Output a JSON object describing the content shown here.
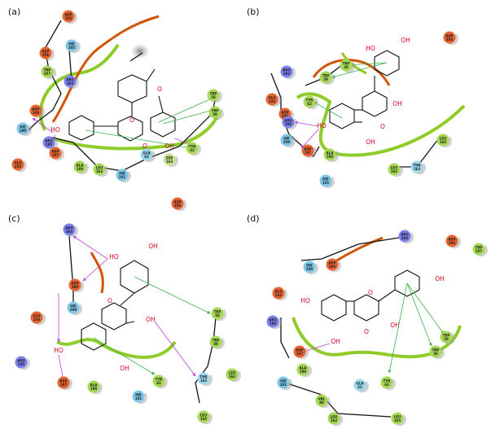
{
  "colors": {
    "asp": "#e8622f",
    "glu": "#e8622f",
    "arg": "#7b7ff0",
    "his": "#7cc7e8",
    "gly_ser_thr": "#9bd7ee",
    "hydrophobic": "#a6d854",
    "polar": "#c4e58a",
    "hbond": "#c040e0",
    "pipi": "#3cb04a",
    "backbone": "#111111",
    "pocket": "#8fcc2a",
    "exposure": "#d35400"
  },
  "panels": [
    {
      "label": "(a)",
      "residues": [
        {
          "name": "ASP",
          "num": "352",
          "type": "asp"
        },
        {
          "name": "ASP",
          "num": "356",
          "type": "asp"
        },
        {
          "name": "HIE",
          "num": "305",
          "type": "his"
        },
        {
          "name": "TRP",
          "num": "357",
          "type": "hydrophobic"
        },
        {
          "name": "ARG",
          "num": "383",
          "type": "arg"
        },
        {
          "name": "TRP",
          "num": "58",
          "type": "hydrophobic"
        },
        {
          "name": "TRP",
          "num": "59",
          "type": "hydrophobic"
        },
        {
          "name": "ASP",
          "num": "300",
          "type": "asp"
        },
        {
          "name": "HIE",
          "num": "299",
          "type": "his"
        },
        {
          "name": "ARG",
          "num": "195",
          "type": "arg"
        },
        {
          "name": "ASP",
          "num": "197",
          "type": "asp"
        },
        {
          "name": "GLU",
          "num": "233",
          "type": "glu"
        },
        {
          "name": "ALA",
          "num": "198",
          "type": "hydrophobic"
        },
        {
          "name": "LEU",
          "num": "162",
          "type": "hydrophobic"
        },
        {
          "name": "HIE",
          "num": "201",
          "type": "his"
        },
        {
          "name": "GLN",
          "num": "63",
          "type": "gly_ser_thr"
        },
        {
          "name": "SER",
          "num": "163",
          "type": "polar"
        },
        {
          "name": "TYR",
          "num": "62",
          "type": "hydrophobic"
        }
      ]
    },
    {
      "label": "(b)",
      "residues": [
        {
          "name": "ASP",
          "num": "356",
          "type": "asp"
        },
        {
          "name": "ARG",
          "num": "383",
          "type": "arg"
        },
        {
          "name": "TRP",
          "num": "58",
          "type": "hydrophobic"
        },
        {
          "name": "TRP",
          "num": "59",
          "type": "hydrophobic"
        },
        {
          "name": "GLU",
          "num": "233",
          "type": "glu"
        },
        {
          "name": "TYR",
          "num": "62",
          "type": "hydrophobic"
        },
        {
          "name": "ASP",
          "num": "300",
          "type": "asp"
        },
        {
          "name": "ARG",
          "num": "195",
          "type": "arg"
        },
        {
          "name": "HIE",
          "num": "299",
          "type": "his"
        },
        {
          "name": "ASP",
          "num": "197",
          "type": "asp"
        },
        {
          "name": "ALA",
          "num": "198",
          "type": "hydrophobic"
        },
        {
          "name": "HIE",
          "num": "101",
          "type": "his"
        },
        {
          "name": "LEU",
          "num": "165",
          "type": "hydrophobic"
        },
        {
          "name": "THR",
          "num": "163",
          "type": "gly_ser_thr"
        },
        {
          "name": "LEU",
          "num": "162",
          "type": "hydrophobic"
        }
      ]
    },
    {
      "label": "(c)",
      "residues": [
        {
          "name": "ASP",
          "num": "356",
          "type": "asp"
        },
        {
          "name": "ARG",
          "num": "383",
          "type": "arg"
        },
        {
          "name": "ASP",
          "num": "300",
          "type": "asp"
        },
        {
          "name": "HIE",
          "num": "299",
          "type": "his"
        },
        {
          "name": "GLU",
          "num": "233",
          "type": "glu"
        },
        {
          "name": "TRP",
          "num": "58",
          "type": "hydrophobic"
        },
        {
          "name": "TRP",
          "num": "59",
          "type": "hydrophobic"
        },
        {
          "name": "ARG",
          "num": "195",
          "type": "arg"
        },
        {
          "name": "ASP",
          "num": "197",
          "type": "asp"
        },
        {
          "name": "ALA",
          "num": "198",
          "type": "hydrophobic"
        },
        {
          "name": "TYR",
          "num": "62",
          "type": "hydrophobic"
        },
        {
          "name": "HIE",
          "num": "101",
          "type": "his"
        },
        {
          "name": "THR",
          "num": "163",
          "type": "gly_ser_thr"
        },
        {
          "name": "LEU",
          "num": "162",
          "type": "hydrophobic"
        },
        {
          "name": "LEU",
          "num": "165",
          "type": "hydrophobic"
        }
      ]
    },
    {
      "label": "(d)",
      "residues": [
        {
          "name": "ARG",
          "num": "383",
          "type": "arg"
        },
        {
          "name": "ASP",
          "num": "356",
          "type": "asp"
        },
        {
          "name": "TRP",
          "num": "357",
          "type": "hydrophobic"
        },
        {
          "name": "HIE",
          "num": "299",
          "type": "his"
        },
        {
          "name": "ASP",
          "num": "300",
          "type": "asp"
        },
        {
          "name": "GLU",
          "num": "233",
          "type": "glu"
        },
        {
          "name": "ARG",
          "num": "195",
          "type": "arg"
        },
        {
          "name": "ASP",
          "num": "197",
          "type": "asp"
        },
        {
          "name": "ALA",
          "num": "198",
          "type": "hydrophobic"
        },
        {
          "name": "TRP",
          "num": "58",
          "type": "hydrophobic"
        },
        {
          "name": "TRP",
          "num": "59",
          "type": "hydrophobic"
        },
        {
          "name": "GLN",
          "num": "63",
          "type": "gly_ser_thr"
        },
        {
          "name": "TYR",
          "num": "62",
          "type": "hydrophobic"
        },
        {
          "name": "HIE",
          "num": "201",
          "type": "his"
        },
        {
          "name": "VAL",
          "num": "98",
          "type": "hydrophobic"
        },
        {
          "name": "LEU",
          "num": "162",
          "type": "hydrophobic"
        },
        {
          "name": "LEU",
          "num": "165",
          "type": "hydrophobic"
        }
      ]
    }
  ],
  "atoms": {
    "oh": "OH",
    "ho": "HO",
    "o": "O"
  }
}
